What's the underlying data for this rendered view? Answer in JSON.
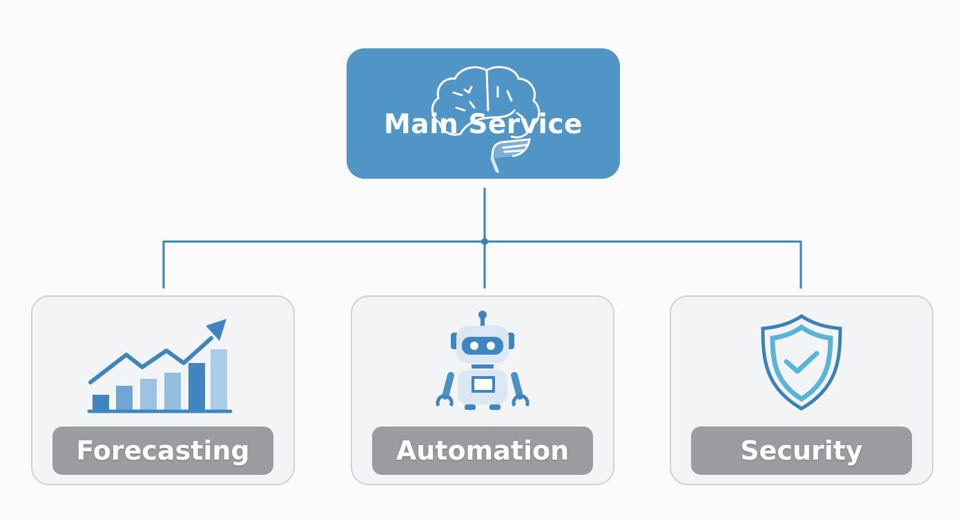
{
  "diagram": {
    "root": {
      "label": "Main Service",
      "icon": "brain-icon",
      "color": "#5095c6"
    },
    "children": [
      {
        "label": "Forecasting",
        "icon": "growth-chart-icon"
      },
      {
        "label": "Automation",
        "icon": "robot-icon"
      },
      {
        "label": "Security",
        "icon": "shield-check-icon"
      }
    ],
    "connector_color": "#3a82b5",
    "label_bg": "#9a9ca0"
  }
}
